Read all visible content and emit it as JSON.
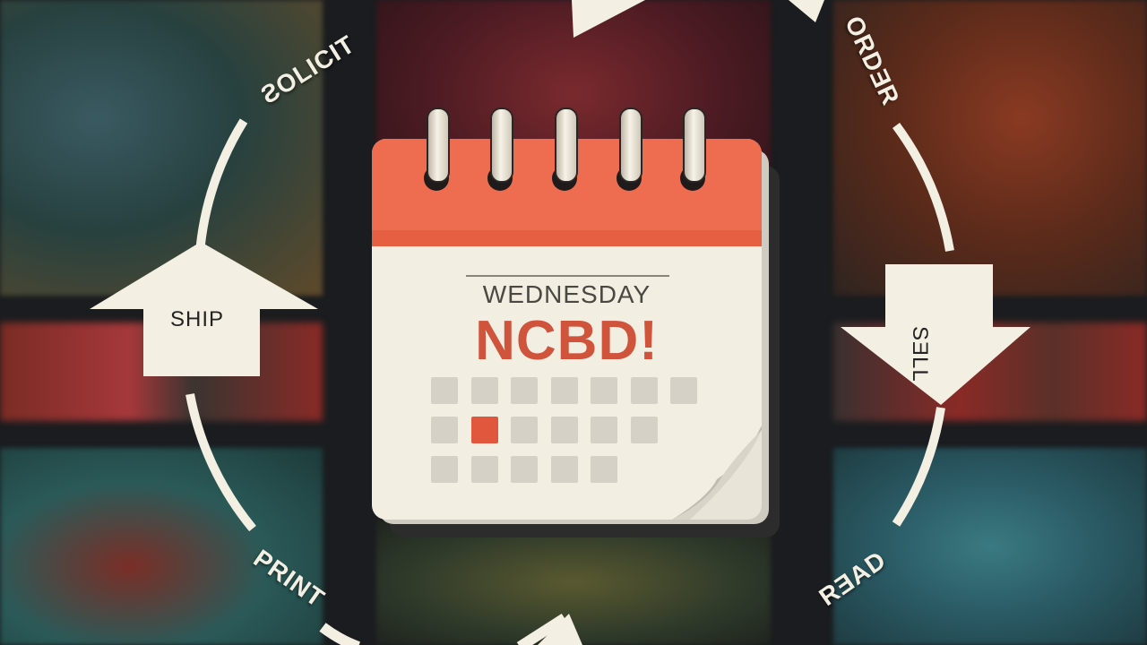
{
  "calendar": {
    "weekday": "WEDNESDAY",
    "headline": "NCBD!"
  },
  "cycle": {
    "steps": [
      {
        "label": "SOLICIT",
        "display": "ƧOLICIT"
      },
      {
        "label": "ORDER",
        "display": "ORDƎR"
      },
      {
        "label": "SHIP",
        "display": "SHIP"
      },
      {
        "label": "SELL",
        "display": "SƎLL"
      },
      {
        "label": "PRINT",
        "display": "PRINT"
      },
      {
        "label": "READ",
        "display": "RƎAD"
      }
    ]
  },
  "colors": {
    "accent": "#ee6c4f",
    "headline": "#d0533c",
    "paper": "#f3eee2",
    "ring": "#f4efe3"
  }
}
